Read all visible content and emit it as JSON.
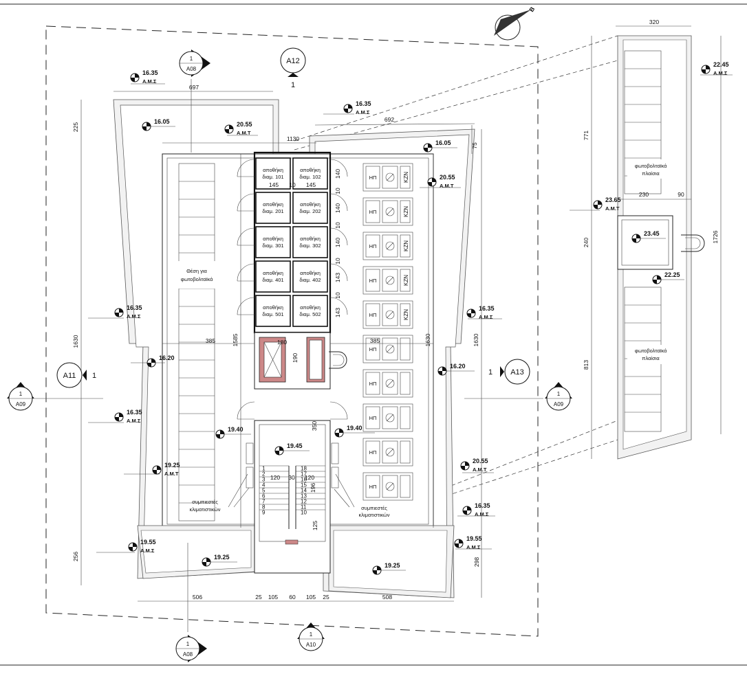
{
  "compass": {
    "label": "B",
    "icon": "north-arrow-icon"
  },
  "section_markers": [
    {
      "number": "1",
      "sheet": "A08"
    },
    {
      "number": "1",
      "sheet": "A08"
    },
    {
      "number": "1",
      "sheet": "A09"
    },
    {
      "number": "1",
      "sheet": "A09"
    },
    {
      "number": "1",
      "sheet": "A10"
    }
  ],
  "elevation_markers": [
    {
      "name": "A12",
      "number": "1"
    },
    {
      "name": "A11",
      "number": "1"
    },
    {
      "name": "A13",
      "number": "1"
    }
  ],
  "levels": [
    {
      "value": "16.35",
      "tag": "Α.Μ.Σ"
    },
    {
      "value": "16.05",
      "tag": ""
    },
    {
      "value": "20.55",
      "tag": "Α.Μ.Τ"
    },
    {
      "value": "16.35",
      "tag": "Α.Μ.Σ"
    },
    {
      "value": "16.05",
      "tag": ""
    },
    {
      "value": "20.55",
      "tag": "Α.Μ.Τ"
    },
    {
      "value": "16.35",
      "tag": "Α.Μ.Σ"
    },
    {
      "value": "16.35",
      "tag": "Α.Μ.Σ"
    },
    {
      "value": "16.20",
      "tag": ""
    },
    {
      "value": "16.20",
      "tag": ""
    },
    {
      "value": "16.35",
      "tag": "Α.Μ.Σ"
    },
    {
      "value": "19.40",
      "tag": ""
    },
    {
      "value": "19.40",
      "tag": ""
    },
    {
      "value": "19.45",
      "tag": ""
    },
    {
      "value": "19.25",
      "tag": "Α.Μ.Τ"
    },
    {
      "value": "20.55",
      "tag": "Α.Μ.Τ"
    },
    {
      "value": "16.35",
      "tag": "Α.Μ.Σ"
    },
    {
      "value": "19.55",
      "tag": "Α.Μ.Σ"
    },
    {
      "value": "19.55",
      "tag": "Α.Μ.Σ"
    },
    {
      "value": "19.25",
      "tag": ""
    },
    {
      "value": "19.25",
      "tag": ""
    },
    {
      "value": "22.45",
      "tag": "Α.Μ.Σ"
    },
    {
      "value": "23.65",
      "tag": "Α.Μ.Τ"
    },
    {
      "value": "23.45",
      "tag": ""
    },
    {
      "value": "22.25",
      "tag": ""
    }
  ],
  "storage_rooms": [
    {
      "line1": "αποθήκη",
      "line2": "διαμ. 101"
    },
    {
      "line1": "αποθήκη",
      "line2": "διαμ. 102"
    },
    {
      "line1": "αποθήκη",
      "line2": "διαμ. 201"
    },
    {
      "line1": "αποθήκη",
      "line2": "διαμ. 202"
    },
    {
      "line1": "αποθήκη",
      "line2": "διαμ. 301"
    },
    {
      "line1": "αποθήκη",
      "line2": "διαμ. 302"
    },
    {
      "line1": "αποθήκη",
      "line2": "διαμ. 401"
    },
    {
      "line1": "αποθήκη",
      "line2": "διαμ. 402"
    },
    {
      "line1": "αποθήκη",
      "line2": "διαμ. 501"
    },
    {
      "line1": "αποθήκη",
      "line2": "διαμ. 502"
    }
  ],
  "storage_widths": [
    "145",
    "10",
    "145"
  ],
  "storage_depths": [
    "140",
    "10",
    "140",
    "10",
    "140",
    "10",
    "143",
    "10",
    "143"
  ],
  "equipment": {
    "heater": "ΗΠ",
    "tank": "KZN"
  },
  "pv_place_label": {
    "line1": "Θέση για",
    "line2": "φωτοβολταϊκά"
  },
  "pv_panels_label": {
    "line1": "φωτοβολταϊκά",
    "line2": "πλαίσια"
  },
  "ac_label": {
    "line1": "συμπιεστές",
    "line2": "κλιματιστικών"
  },
  "stairs": {
    "left_steps": [
      "1",
      "2",
      "3",
      "4",
      "5",
      "6",
      "7",
      "8",
      "9"
    ],
    "right_steps": [
      "18",
      "17",
      "16",
      "15",
      "14",
      "13",
      "12",
      "11",
      "10"
    ]
  },
  "dimensions": {
    "d697": "697",
    "d225": "225",
    "d1130": "1130",
    "d692": "692",
    "d75": "75",
    "d1630a": "1630",
    "d1585": "1585",
    "d385a": "385",
    "d385b": "385",
    "d1630b": "1630",
    "d1630c": "1630",
    "d180": "180",
    "d190": "190",
    "d350": "350",
    "d120a": "120",
    "d30": "30",
    "d120b": "120",
    "d196": "196",
    "d125": "125",
    "d256": "256",
    "d298": "298",
    "d506": "506",
    "d25a": "25",
    "d105a": "105",
    "d60": "60",
    "d105b": "105",
    "d25b": "25",
    "d508": "508",
    "d320": "320",
    "d771": "771",
    "d230": "230",
    "d90": "90",
    "d240": "240",
    "d1726": "1726",
    "d813": "813"
  }
}
